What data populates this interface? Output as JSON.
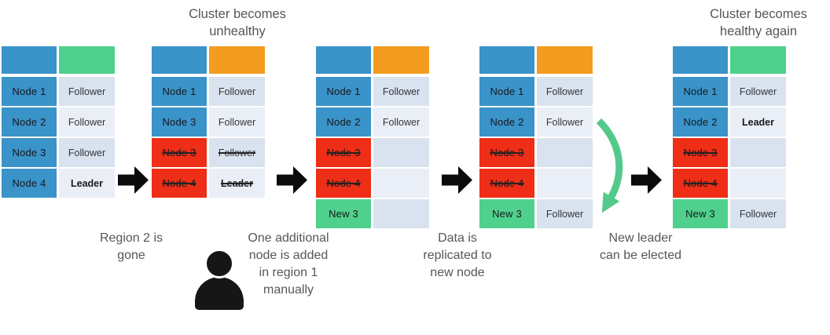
{
  "colors": {
    "blue": "#3A93C9",
    "green": "#4FD08C",
    "orange": "#F39C1F",
    "red": "#EE2E16",
    "row_shade_a": "#D9E2EF",
    "row_shade_b": "#EAEFF7",
    "caption_gray": "#55565A",
    "arrow_black": "#0B0B0B",
    "arrow_green": "#53CA8C",
    "person_black": "#161616"
  },
  "captions": {
    "cluster_unhealthy": "Cluster becomes\nunhealthy",
    "cluster_healthy": "Cluster becomes\nhealthy again",
    "region_gone": "Region 2 is\ngone",
    "node_added": "One additional\nnode is added\nin region 1\nmanually",
    "data_replicated": "Data is\nreplicated to\nnew node",
    "new_leader": "New leader\ncan be elected"
  },
  "icons": {
    "right-arrow-icon": "solid black right-pointing arrow",
    "curved-down-arrow-icon": "green curved arrow pointing down",
    "person-icon": "black person silhouette"
  },
  "tables": [
    {
      "name": "initial-cluster",
      "header": [
        "blue",
        "green"
      ],
      "rows": [
        {
          "node": "Node 1",
          "role": "Follower",
          "color": "blue",
          "struck": false,
          "bold": false
        },
        {
          "node": "Node 2",
          "role": "Follower",
          "color": "blue",
          "struck": false,
          "bold": false
        },
        {
          "node": "Node 3",
          "role": "Follower",
          "color": "blue",
          "struck": false,
          "bold": false
        },
        {
          "node": "Node 4",
          "role": "Leader",
          "color": "blue",
          "struck": false,
          "bold": true
        }
      ]
    },
    {
      "name": "unhealthy-cluster",
      "header": [
        "blue",
        "orange"
      ],
      "rows": [
        {
          "node": "Node 1",
          "role": "Follower",
          "color": "blue",
          "struck": false,
          "bold": false
        },
        {
          "node": "Node 3",
          "role": "Follower",
          "color": "blue",
          "struck": false,
          "bold": false
        },
        {
          "node": "Node 3",
          "role": "Follower",
          "color": "red",
          "struck": true,
          "bold": false
        },
        {
          "node": "Node 4",
          "role": "Leader",
          "color": "red",
          "struck": true,
          "bold": true
        }
      ]
    },
    {
      "name": "node-added-cluster",
      "header": [
        "blue",
        "orange"
      ],
      "rows": [
        {
          "node": "Node 1",
          "role": "Follower",
          "color": "blue",
          "struck": false,
          "bold": false
        },
        {
          "node": "Node 2",
          "role": "Follower",
          "color": "blue",
          "struck": false,
          "bold": false
        },
        {
          "node": "Node 3",
          "role": "",
          "color": "red",
          "struck": true,
          "bold": false
        },
        {
          "node": "Node 4",
          "role": "",
          "color": "red",
          "struck": true,
          "bold": false
        },
        {
          "node": "New 3",
          "role": "",
          "color": "green",
          "struck": false,
          "bold": false
        }
      ]
    },
    {
      "name": "replicating-cluster",
      "header": [
        "blue",
        "orange"
      ],
      "rows": [
        {
          "node": "Node 1",
          "role": "Follower",
          "color": "blue",
          "struck": false,
          "bold": false
        },
        {
          "node": "Node 2",
          "role": "Follower",
          "color": "blue",
          "struck": false,
          "bold": false
        },
        {
          "node": "Node 3",
          "role": "",
          "color": "red",
          "struck": true,
          "bold": false
        },
        {
          "node": "Node 4",
          "role": "",
          "color": "red",
          "struck": true,
          "bold": false
        },
        {
          "node": "New 3",
          "role": "Follower",
          "color": "green",
          "struck": false,
          "bold": false
        }
      ]
    },
    {
      "name": "healthy-cluster",
      "header": [
        "blue",
        "green"
      ],
      "rows": [
        {
          "node": "Node 1",
          "role": "Follower",
          "color": "blue",
          "struck": false,
          "bold": false
        },
        {
          "node": "Node 2",
          "role": "Leader",
          "color": "blue",
          "struck": false,
          "bold": true
        },
        {
          "node": "Node 3",
          "role": "",
          "color": "red",
          "struck": true,
          "bold": false
        },
        {
          "node": "Node 4",
          "role": "",
          "color": "red",
          "struck": true,
          "bold": false
        },
        {
          "node": "New 3",
          "role": "Follower",
          "color": "green",
          "struck": false,
          "bold": false
        }
      ]
    }
  ]
}
